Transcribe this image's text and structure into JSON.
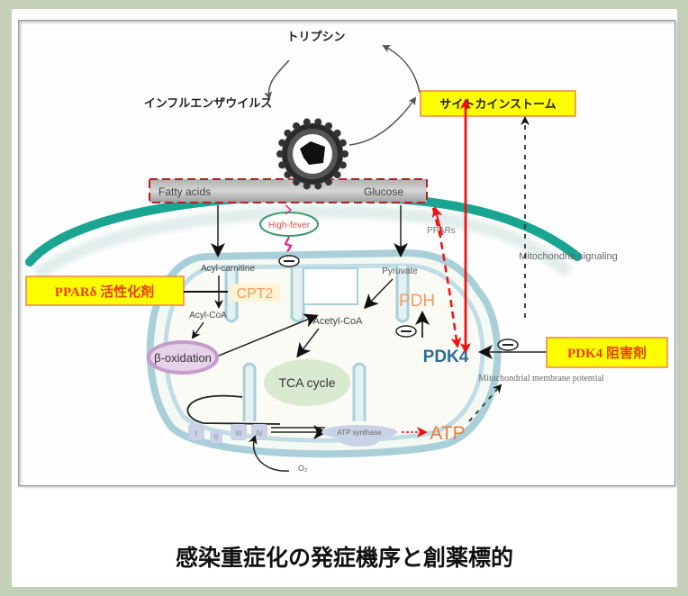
{
  "caption": "感染重症化の発症機序と創薬標的",
  "diagram": {
    "labels": {
      "trypsin": "トリプシン",
      "influenza_virus": "インフルエンザウイルス",
      "cytokine_storm": "サイトカインストーム",
      "fatty_acids": "Fatty acids",
      "glucose": "Glucose",
      "high_fever": "High-fever",
      "ppars": "PPARs",
      "mito_signaling": "Mitochondria signaling",
      "acyl_carnitine": "Acyl-carnitine",
      "cpt2": "CPT2",
      "acyl_coa": "Acyl-CoA",
      "beta_oxidation": "β-oxidation",
      "pyruvate": "Pyruvate",
      "pdh": "PDH",
      "acetyl_coa": "Acetyl-CoA",
      "tca_cycle": "TCA cycle",
      "pdk4": "PDK4",
      "mito_membrane_potential": "Mitochondrial membrane potential",
      "atp_synthase": "ATP synthase",
      "atp": "ATP",
      "o2": "O₂",
      "complex_i": "I",
      "complex_ii": "II",
      "complex_iii": "III",
      "complex_iv": "IV",
      "inhibit_symbol": "−"
    },
    "drug_boxes": {
      "ppar_delta_activator": "PPARδ 活性化剤",
      "pdk4_inhibitor": "PDK4 阻害剤"
    },
    "colors": {
      "outer_bg": "#c3cfb6",
      "highlight_box": "#ffff00",
      "highlight_border": "#f08050",
      "drug_text": "#e8400a",
      "membrane_teal": "#1aa592",
      "mito_blue": "#a9cfd9",
      "red_arrow": "#ee1111",
      "pdk4_blue": "#2a6f96",
      "orange_enzyme": "#f59a5c",
      "tca_green": "#d9ead0",
      "beta_ox_purple": "#c59ccc"
    }
  }
}
